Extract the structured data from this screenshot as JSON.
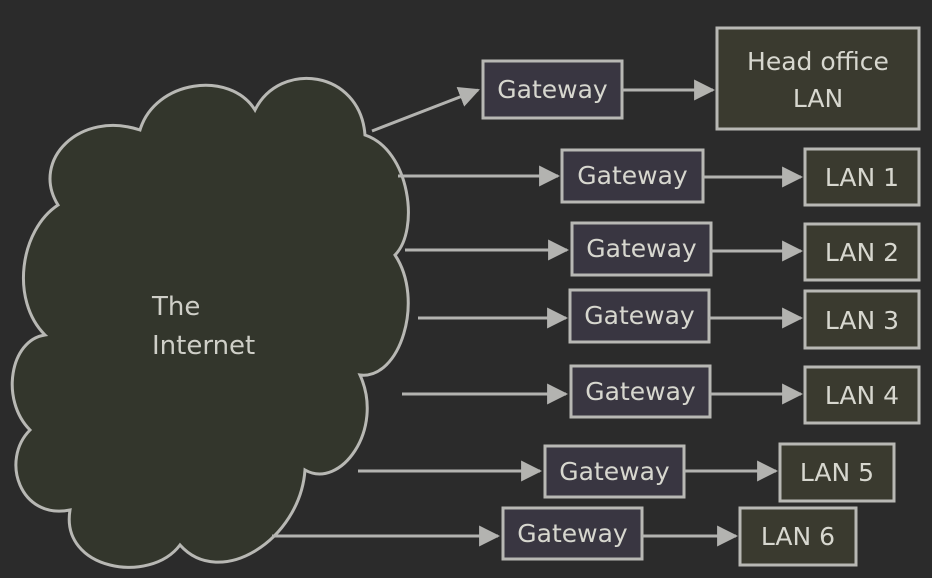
{
  "colors": {
    "background": "#2b2b2b",
    "cloud_fill": "#33362c",
    "gateway_fill": "#393641",
    "lan_fill": "#3a3a2f",
    "stroke": "#b8b8b4",
    "arrow": "#b3b3b0",
    "text": "#d7d7cf"
  },
  "cloud": {
    "label_line1": "The",
    "label_line2": "Internet"
  },
  "gateway_label": "Gateway",
  "head_office": {
    "line1": "Head office",
    "line2": "LAN"
  },
  "lans": [
    {
      "label": "LAN 1"
    },
    {
      "label": "LAN 2"
    },
    {
      "label": "LAN 3"
    },
    {
      "label": "LAN 4"
    },
    {
      "label": "LAN 5"
    },
    {
      "label": "LAN 6"
    }
  ]
}
